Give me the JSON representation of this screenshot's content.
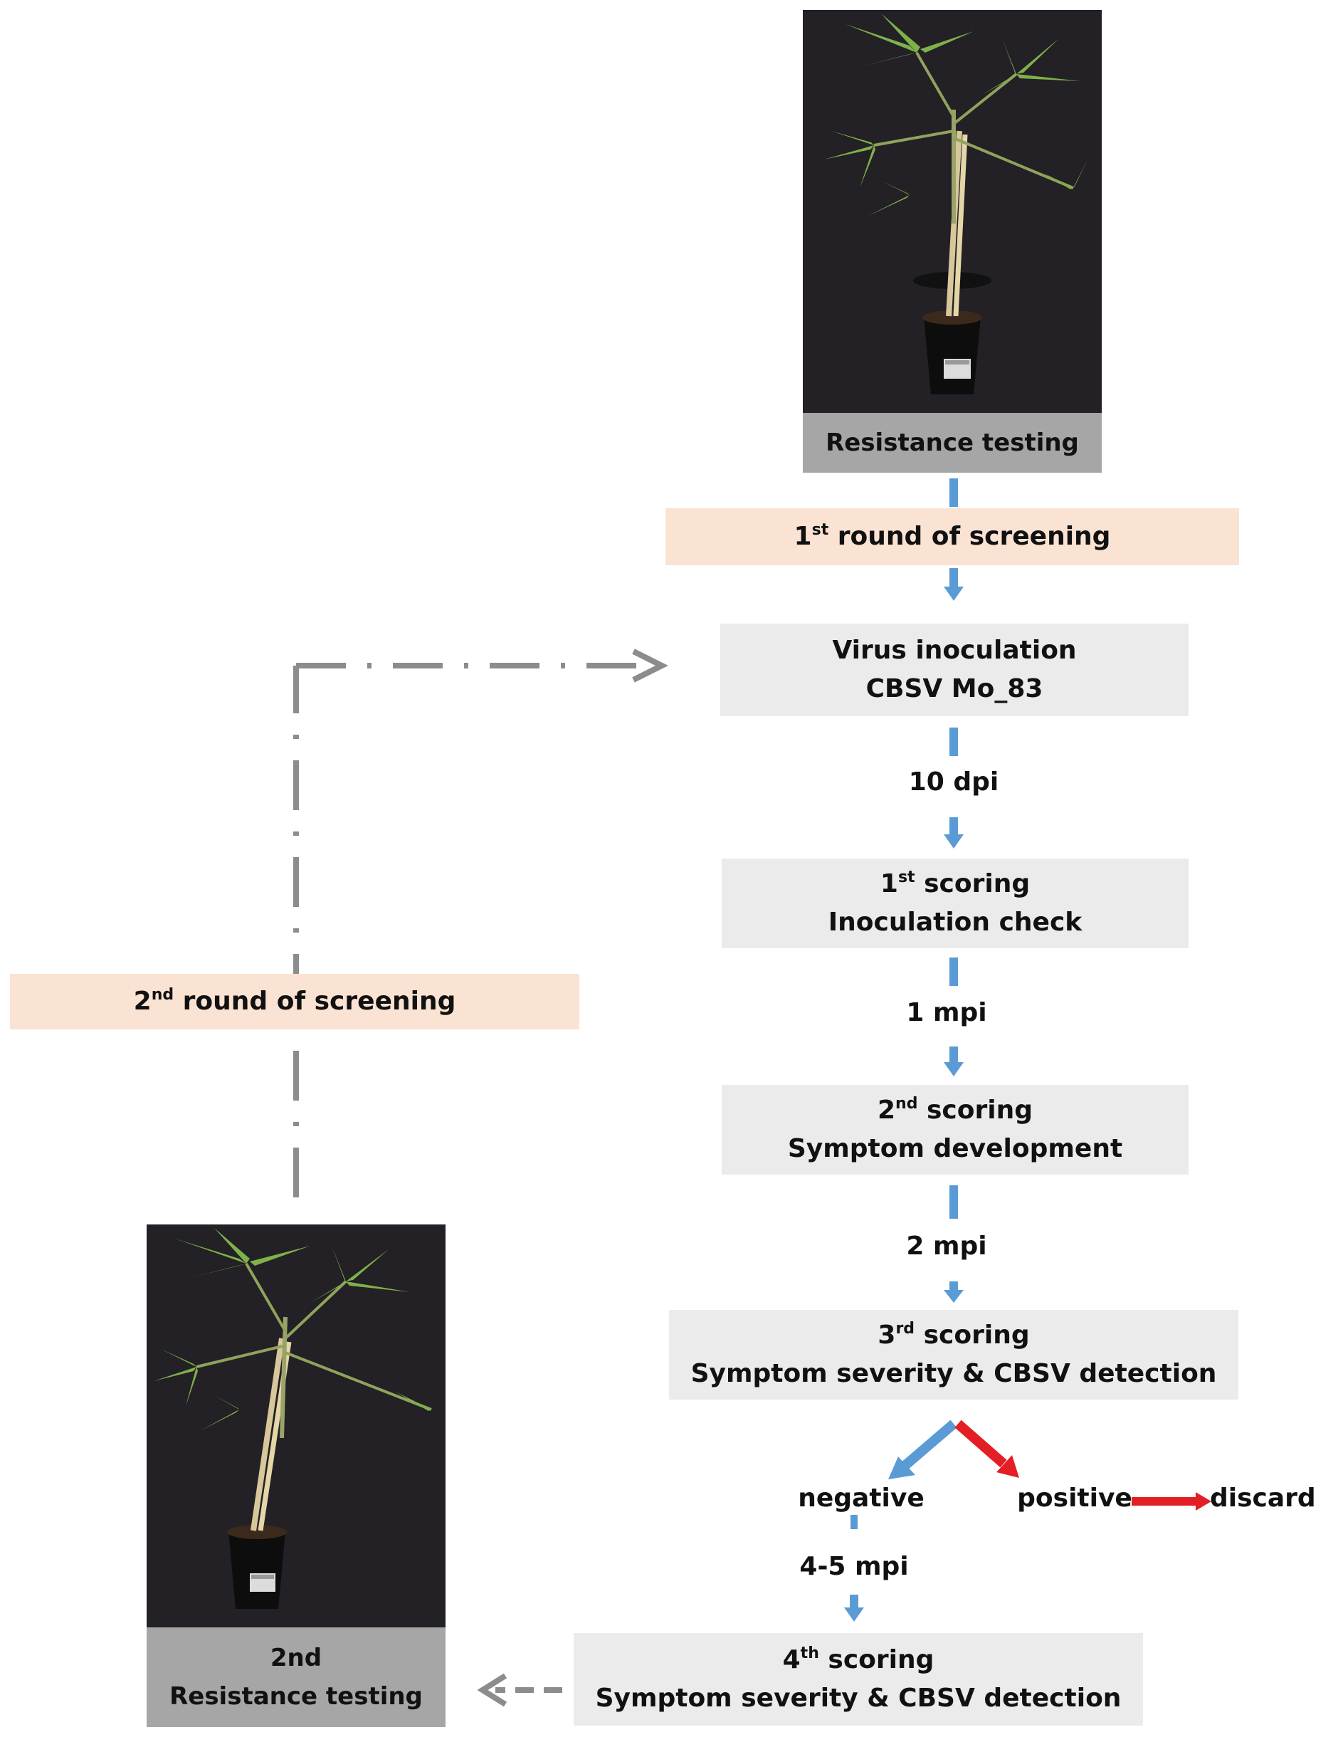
{
  "photos": {
    "top": {
      "icon": "cassava-plant-photo"
    },
    "bottom": {
      "icon": "cassava-plant-photo"
    }
  },
  "boxes": {
    "resistance_testing": "Resistance testing",
    "first_round": {
      "num": "1",
      "sup": "st",
      "text": " round of screening"
    },
    "virus_inoculation": {
      "line1": "Virus inoculation",
      "line2": "CBSV Mo_83"
    },
    "first_scoring": {
      "num": "1",
      "sup": "st",
      "text": " scoring",
      "line2": "Inoculation check"
    },
    "second_scoring": {
      "num": "2",
      "sup": "nd",
      "text": " scoring",
      "line2": "Symptom development"
    },
    "third_scoring": {
      "num": "3",
      "sup": "rd",
      "text": " scoring",
      "line2": "Symptom severity & CBSV detection"
    },
    "fourth_scoring": {
      "num": "4",
      "sup": "th",
      "text": " scoring",
      "line2": "Symptom severity & CBSV detection"
    },
    "second_round": {
      "num": "2",
      "sup": "nd",
      "text": " round of screening"
    },
    "second_resistance": {
      "line1": "2nd",
      "line2": "Resistance testing"
    }
  },
  "labels": {
    "ten_dpi": "10 dpi",
    "one_mpi": "1 mpi",
    "two_mpi": "2 mpi",
    "negative": "negative",
    "positive": "positive",
    "discard": "discard",
    "four_five_mpi": "4-5 mpi"
  },
  "colors": {
    "blue_arrow": "#5b9bd5",
    "red_arrow": "#e31e24",
    "grey_arrow": "#8c8c8c",
    "peach_box": "#fbe3d3",
    "grey_box": "#ebebeb",
    "caption": "#a6a6a6"
  }
}
